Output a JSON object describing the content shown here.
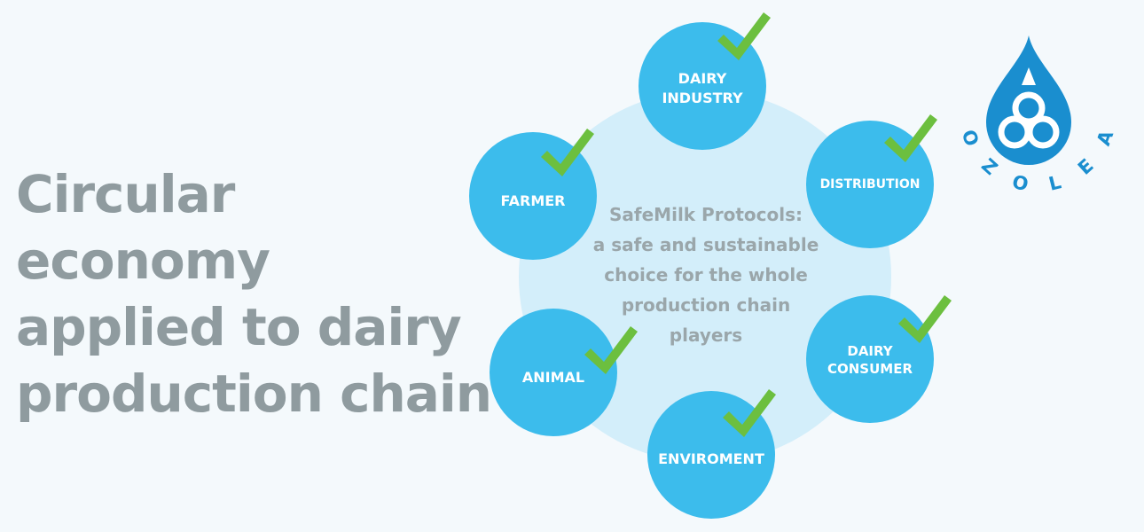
{
  "headline": {
    "lines": [
      "Circular",
      "economy",
      "applied to dairy",
      "production chain"
    ]
  },
  "diagram": {
    "center_lines": [
      "SafeMilk Protocols:",
      "a safe and sustainable",
      "choice for the whole",
      "production chain",
      "players"
    ],
    "nodes": [
      {
        "id": "dairy-industry",
        "lines": [
          "DAIRY",
          "INDUSTRY"
        ],
        "checked": true
      },
      {
        "id": "distribution",
        "lines": [
          "DISTRIBUTION"
        ],
        "checked": true
      },
      {
        "id": "dairy-consumer",
        "lines": [
          "DAIRY",
          "CONSUMER"
        ],
        "checked": true
      },
      {
        "id": "enviroment",
        "lines": [
          "ENVIROMENT"
        ],
        "checked": true
      },
      {
        "id": "animal",
        "lines": [
          "ANIMAL"
        ],
        "checked": true
      },
      {
        "id": "farmer",
        "lines": [
          "FARMER"
        ],
        "checked": true
      }
    ]
  },
  "logo": {
    "letters": [
      "O",
      "Z",
      "O",
      "L",
      "E",
      "A"
    ]
  },
  "colors": {
    "background": "#f4f9fc",
    "headline": "#8f9b9f",
    "node": "#3cbcec",
    "hub": "#d3eefa",
    "check": "#6cbf3f",
    "center_text": "#9aa6aa",
    "logo_blue": "#1a8ecf",
    "node_text": "#ffffff"
  }
}
